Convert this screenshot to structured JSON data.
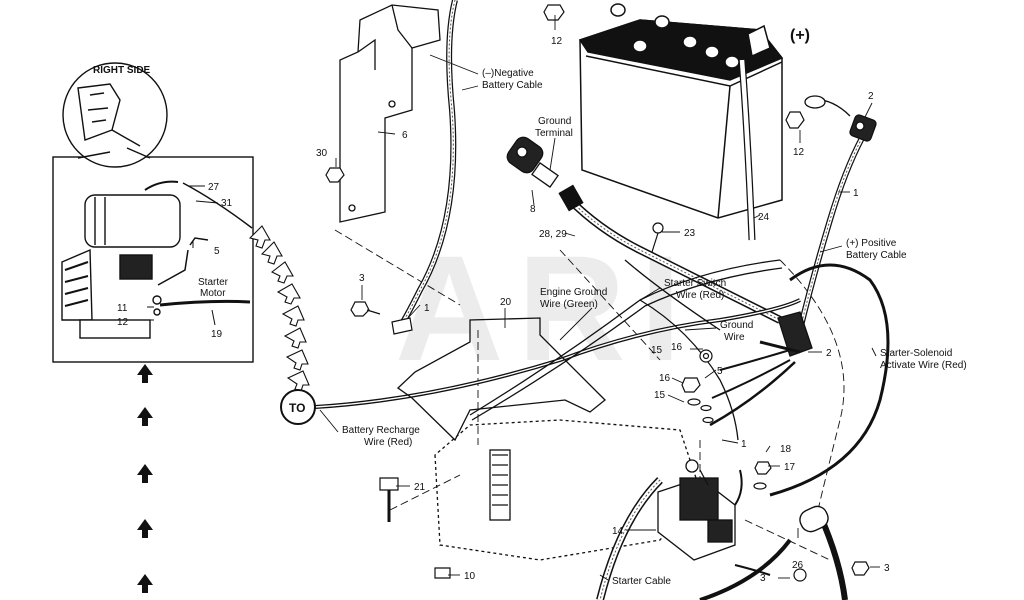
{
  "watermark": "ARI",
  "inset": {
    "title": "RIGHT SIDE",
    "starter_motor": "Starter Motor"
  },
  "battery": {
    "positive_sign": "(+)"
  },
  "to_tag": "TO",
  "labels": {
    "negative_battery_cable": [
      "(–)Negative",
      "Battery Cable"
    ],
    "ground_terminal": [
      "Ground",
      "Terminal"
    ],
    "positive_battery_cable": [
      "(+) Positive",
      "Battery Cable"
    ],
    "starter_switch_wire": [
      "Starter Switch",
      "Wire (Red)"
    ],
    "engine_ground_wire": [
      "Engine Ground",
      "Wire (Green)"
    ],
    "ground_wire": [
      "Ground",
      "Wire"
    ],
    "starter_solenoid_wire": [
      "Starter-Solenoid",
      "Activate Wire (Red)"
    ],
    "battery_recharge_wire": [
      "Battery Recharge",
      "Wire (Red)"
    ],
    "starter_cable": "Starter Cable"
  },
  "callouts": {
    "n12_top": "12",
    "n2_top": "2",
    "n12_right": "12",
    "n6": "6",
    "n30": "30",
    "n8": "8",
    "n1_positive": "1",
    "n24": "24",
    "n23": "23",
    "n28_29": "28, 29",
    "n3_left": "3",
    "n1_mid": "1",
    "n20": "20",
    "n2_mid": "2",
    "n15a": "15",
    "n16a": "16",
    "n5": "5",
    "n16b": "16",
    "n15b": "15",
    "n1_low": "1",
    "n18": "18",
    "n17": "17",
    "n21": "21",
    "n14": "14",
    "n26": "26",
    "n3_right": "3",
    "n3_bottom": "3",
    "n10": "10",
    "inset_27": "27",
    "inset_31": "31",
    "inset_5": "5",
    "inset_11": "11",
    "inset_12": "12",
    "inset_19": "19"
  }
}
